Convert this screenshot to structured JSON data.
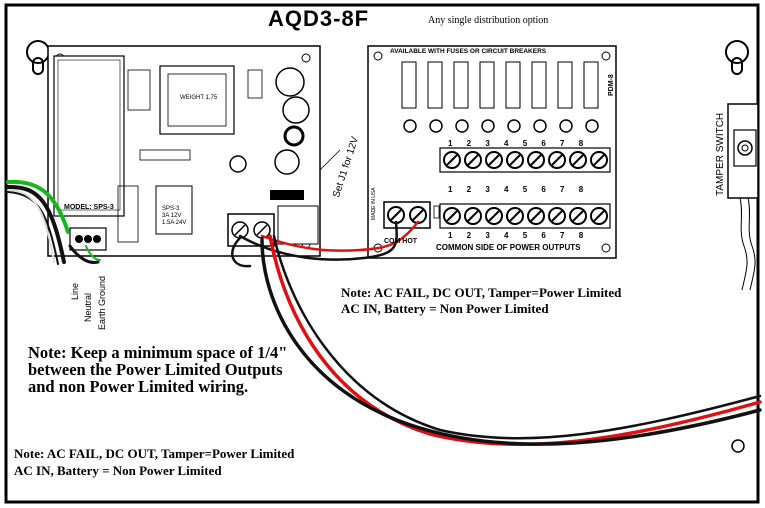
{
  "title": "AQD3-8F",
  "subtitle": "Any single distribution option",
  "labels": {
    "fuses_note": "AVAILABLE WITH FUSES OR CIRCUIT BREAKERS",
    "model": "MODEL: SPS-3",
    "transformer": "WEIGHT 1.75",
    "spec_model": "SPS-3",
    "spec_v1": "3A 12V",
    "spec_v2": "1.5A 24V",
    "made_in": "MADE IN USA",
    "pdm": "PDM-8",
    "terminal_numbers": "1 2 3 4 5 6 7 8",
    "com_hot": "COM HOT",
    "common_side": "COMMON SIDE OF POWER OUTPUTS",
    "jumper": "Set J1 for 12V",
    "tamper": "TAMPER SWITCH",
    "earth_ground": "Earth Ground",
    "neutral": "Neutral",
    "line": "Line"
  },
  "notes": {
    "power_limited_a": "Note: AC FAIL, DC OUT, Tamper=Power Limited",
    "non_power_limited": "AC IN, Battery = Non Power Limited",
    "spacing": "Note: Keep a minimum space of 1/4\" between the Power Limited Outputs and non Power Limited wiring."
  },
  "colors": {
    "ground_wire": "#14b81c",
    "positive_wire": "#e01010",
    "negative_wire": "#111111"
  }
}
